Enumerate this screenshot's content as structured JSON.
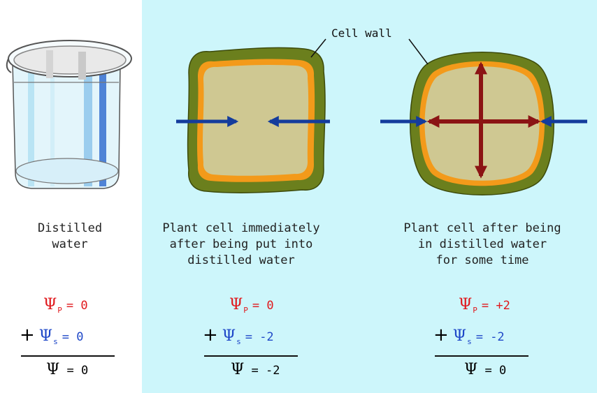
{
  "labels": {
    "cell_wall": "Cell wall",
    "beaker_caption": "Distilled\nwater",
    "cell1_caption": "Plant cell immediately\nafter being put into\ndistilled water",
    "cell2_caption": "Plant cell after being\nin distilled water\nfor some time"
  },
  "symbols": {
    "psi": "Ψ",
    "pressure_sub": "P",
    "solute_sub": "s",
    "plus": "+"
  },
  "equations": {
    "beaker": {
      "psi_p": "= 0",
      "psi_s": "= 0",
      "psi": "= 0"
    },
    "cell1": {
      "psi_p": "= 0",
      "psi_s": "= -2",
      "psi": "= -2"
    },
    "cell2": {
      "psi_p": "= +2",
      "psi_s": "= -2",
      "psi": "= 0"
    }
  },
  "colors": {
    "panel_bg": "#cdf6fb",
    "cell_wall_outer": "#6b7f1d",
    "cell_membrane": "#f39a1a",
    "cytoplasm": "#cfc892",
    "water_arrow": "#143c9c",
    "pressure_arrow": "#8b1414",
    "pressure_text": "#e0191d",
    "solute_text": "#1f48c8"
  }
}
